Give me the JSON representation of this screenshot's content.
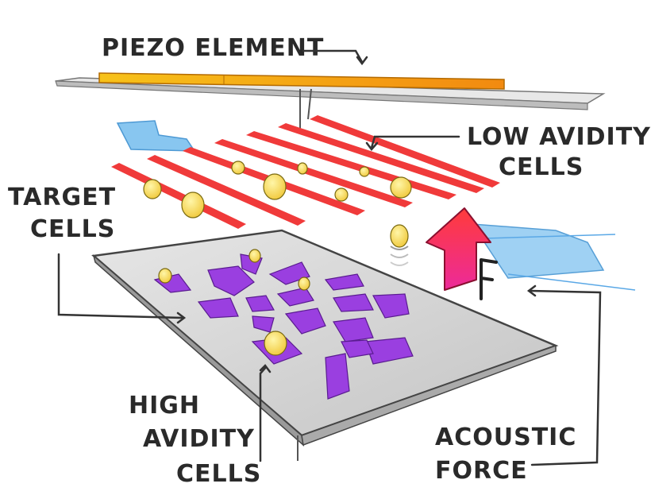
{
  "labels": {
    "piezo_element": "PIEZO ELEMENT",
    "low_avidity_line1": "LOW AVIDITY",
    "low_avidity_line2": "CELLS",
    "target_line1": "TARGET",
    "target_line2": "CELLS",
    "high_avidity_line1": "HIGH",
    "high_avidity_line2": "AVIDITY",
    "high_avidity_line3": "CELLS",
    "acoustic_line1": "ACOUSTIC",
    "acoustic_line2": "FORCE",
    "force_symbol": "F"
  },
  "colors": {
    "piezo": "#f2a60c",
    "acoustic_wave_lines": "#f03a3a",
    "target_cells": "#9a3fe0",
    "captured_cells": "#f3d94a",
    "force_arrow": "#f0386a",
    "fluid_channel": "#7cc0ef",
    "plate": "#d2d2d2"
  },
  "icons": {
    "force_arrow": "upward-arrow-icon",
    "fluid_inlet": "fluid-inlet-icon",
    "fluid_outlet": "fluid-outlet-icon"
  }
}
